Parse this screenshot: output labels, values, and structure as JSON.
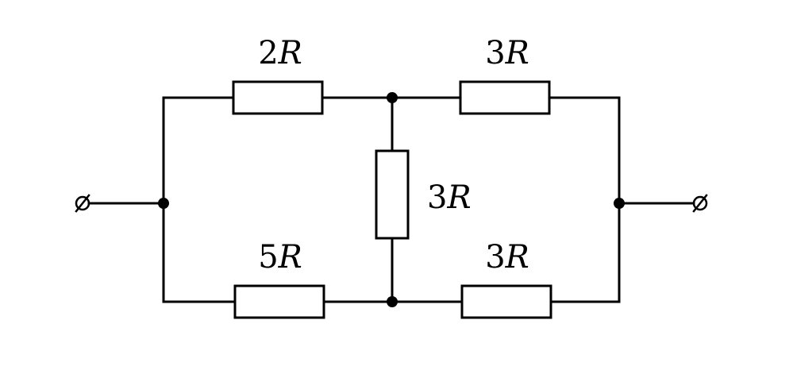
{
  "diagram": {
    "resistors": [
      {
        "id": "top-left",
        "num": "2",
        "unit": "R"
      },
      {
        "id": "top-right",
        "num": "3",
        "unit": "R"
      },
      {
        "id": "middle",
        "num": "3",
        "unit": "R"
      },
      {
        "id": "bottom-left",
        "num": "5",
        "unit": "R"
      },
      {
        "id": "bottom-right",
        "num": "3",
        "unit": "R"
      }
    ]
  }
}
